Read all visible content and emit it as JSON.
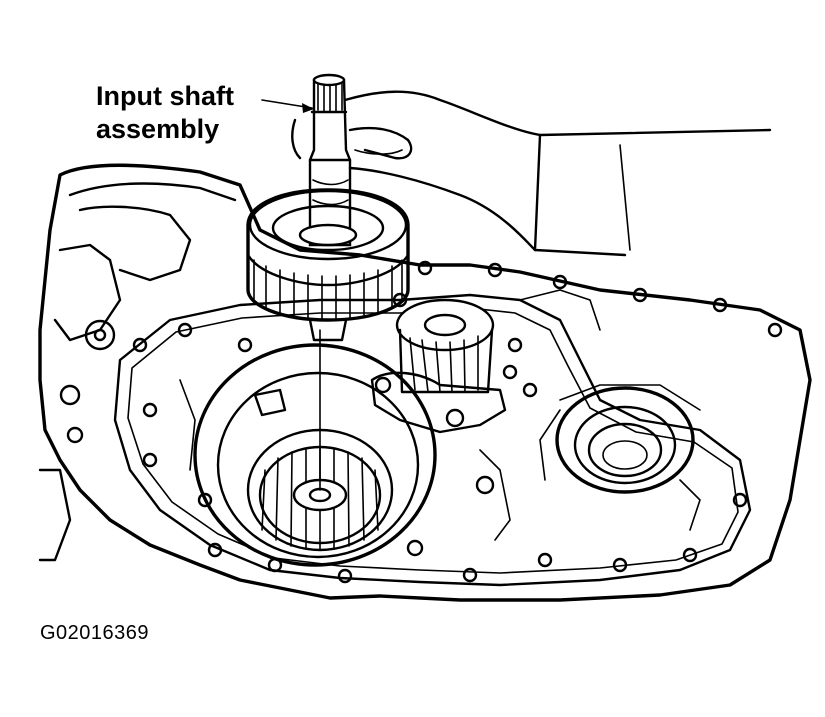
{
  "diagram": {
    "callout": {
      "line1": "Input shaft",
      "line2": "assembly"
    },
    "figure_id": "G02016369"
  }
}
